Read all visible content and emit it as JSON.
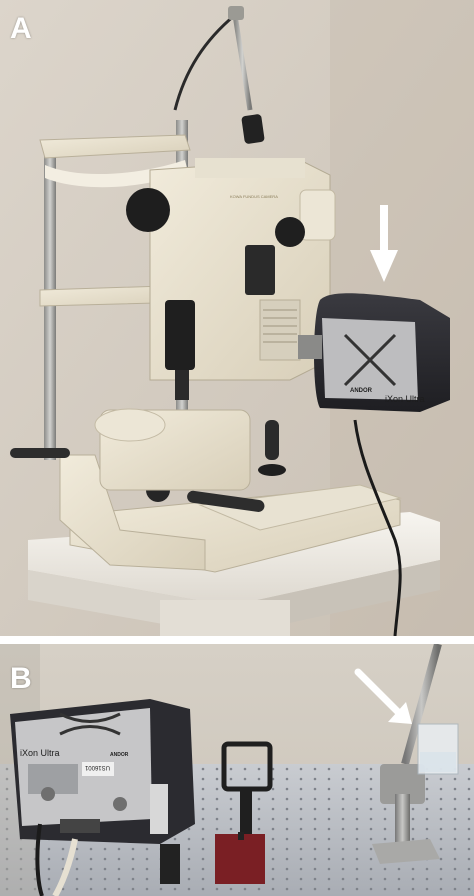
{
  "panels": [
    {
      "label": "A",
      "camera_brand": "ANDOR",
      "camera_model": "iXon Ultra",
      "fundus_brand_text": "KOWA FUNDUS CAMERA"
    },
    {
      "label": "B",
      "camera_brand": "ANDOR",
      "camera_model": "iXon Ultra"
    }
  ],
  "colors": {
    "wall": "#d9d2c8",
    "device_cream": "#ece5d2",
    "camera_black": "#2a2a2e",
    "table_white": "#efece6",
    "breadboard": "#b9bcc2",
    "arrow": "#ffffff"
  }
}
